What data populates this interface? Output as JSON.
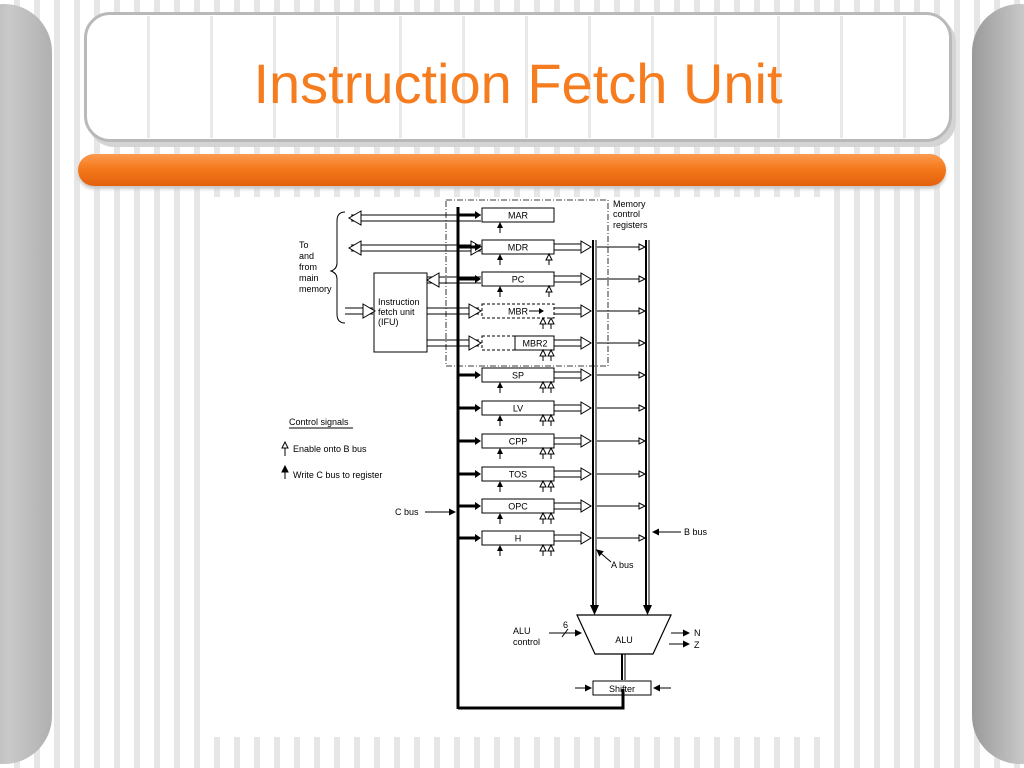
{
  "slide": {
    "title": "Instruction Fetch Unit"
  },
  "diagram": {
    "registers": [
      "MAR",
      "MDR",
      "PC",
      "MBR",
      "MBR2",
      "SP",
      "LV",
      "CPP",
      "TOS",
      "OPC",
      "H"
    ],
    "memory_label": [
      "To",
      "and",
      "from",
      "main",
      "memory"
    ],
    "ifu_label": [
      "Instruction",
      "fetch unit",
      "(IFU)"
    ],
    "memory_control_label": [
      "Memory",
      "control",
      "registers"
    ],
    "legend": {
      "title": "Control signals",
      "enable_b": "Enable onto B bus",
      "write_c": "Write C bus to register"
    },
    "bus_labels": {
      "c_bus": "C bus",
      "b_bus": "B bus",
      "a_bus": "A bus"
    },
    "alu": {
      "label": "ALU",
      "control_label": [
        "ALU",
        "control"
      ],
      "control_width": "6",
      "flags": [
        "N",
        "Z"
      ]
    },
    "shifter_label": "Shifter"
  }
}
